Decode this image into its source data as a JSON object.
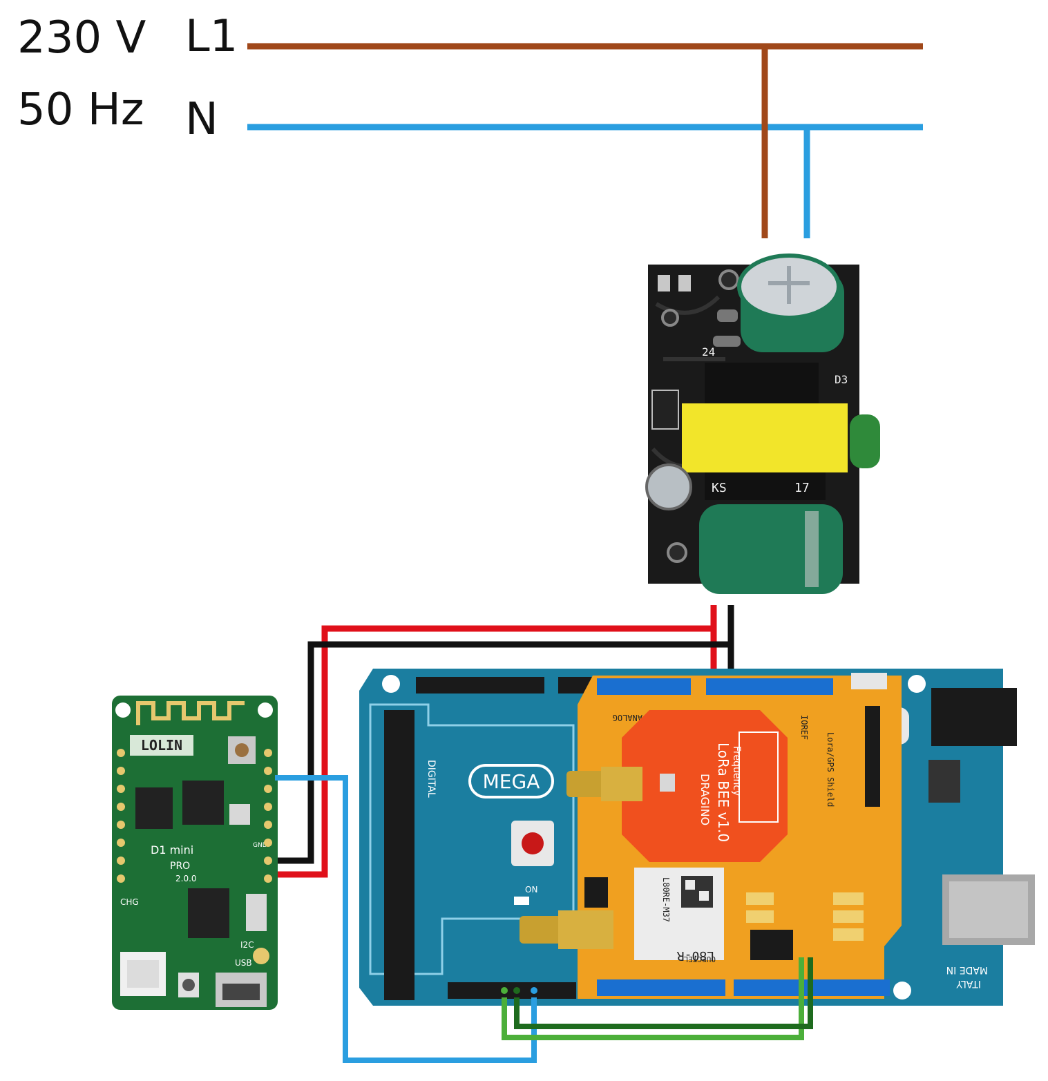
{
  "supply": {
    "voltage": "230 V",
    "frequency": "50 Hz",
    "line": "L1",
    "neutral": "N"
  },
  "colors": {
    "line_wire": "#a0481a",
    "neutral_wire": "#2a9ee0",
    "power_red": "#e0101a",
    "power_black": "#111111",
    "data_blue": "#2a9ee0",
    "green_light": "#4caf3a",
    "green_dark": "#1e6b1e",
    "mega_board": "#1b7ea0",
    "shield_board": "#f0a020",
    "wemos_board": "#1d6f35",
    "psu_board": "#1a1a1a"
  },
  "power_module": {
    "markings": [
      "D3",
      "24",
      "KS",
      "17"
    ]
  },
  "wemos": {
    "logo": "LOLIN",
    "model": "D1 mini",
    "variant": "PRO",
    "version": "2.0.0",
    "labels": {
      "chg": "CHG",
      "i2c": "I2C",
      "usb": "USB",
      "gnd": "GND"
    }
  },
  "mega": {
    "logo": "MEGA",
    "digital_label": "DIGITAL",
    "on_label": "ON",
    "made_in_1": "MADE IN",
    "made_in_2": "ITALY"
  },
  "shield": {
    "lora_module": "LoRa BEE v1.0",
    "lora_brand": "DRAGINO",
    "frequency_label": "Frequency",
    "gps_module": "L80-R",
    "gps_brand": "QUECTEL",
    "gps_code": "L80RE-M37",
    "shield_name": "Lora/GPS Shield",
    "analog_label": "ANALOG",
    "ioref_label": "IOREF"
  }
}
